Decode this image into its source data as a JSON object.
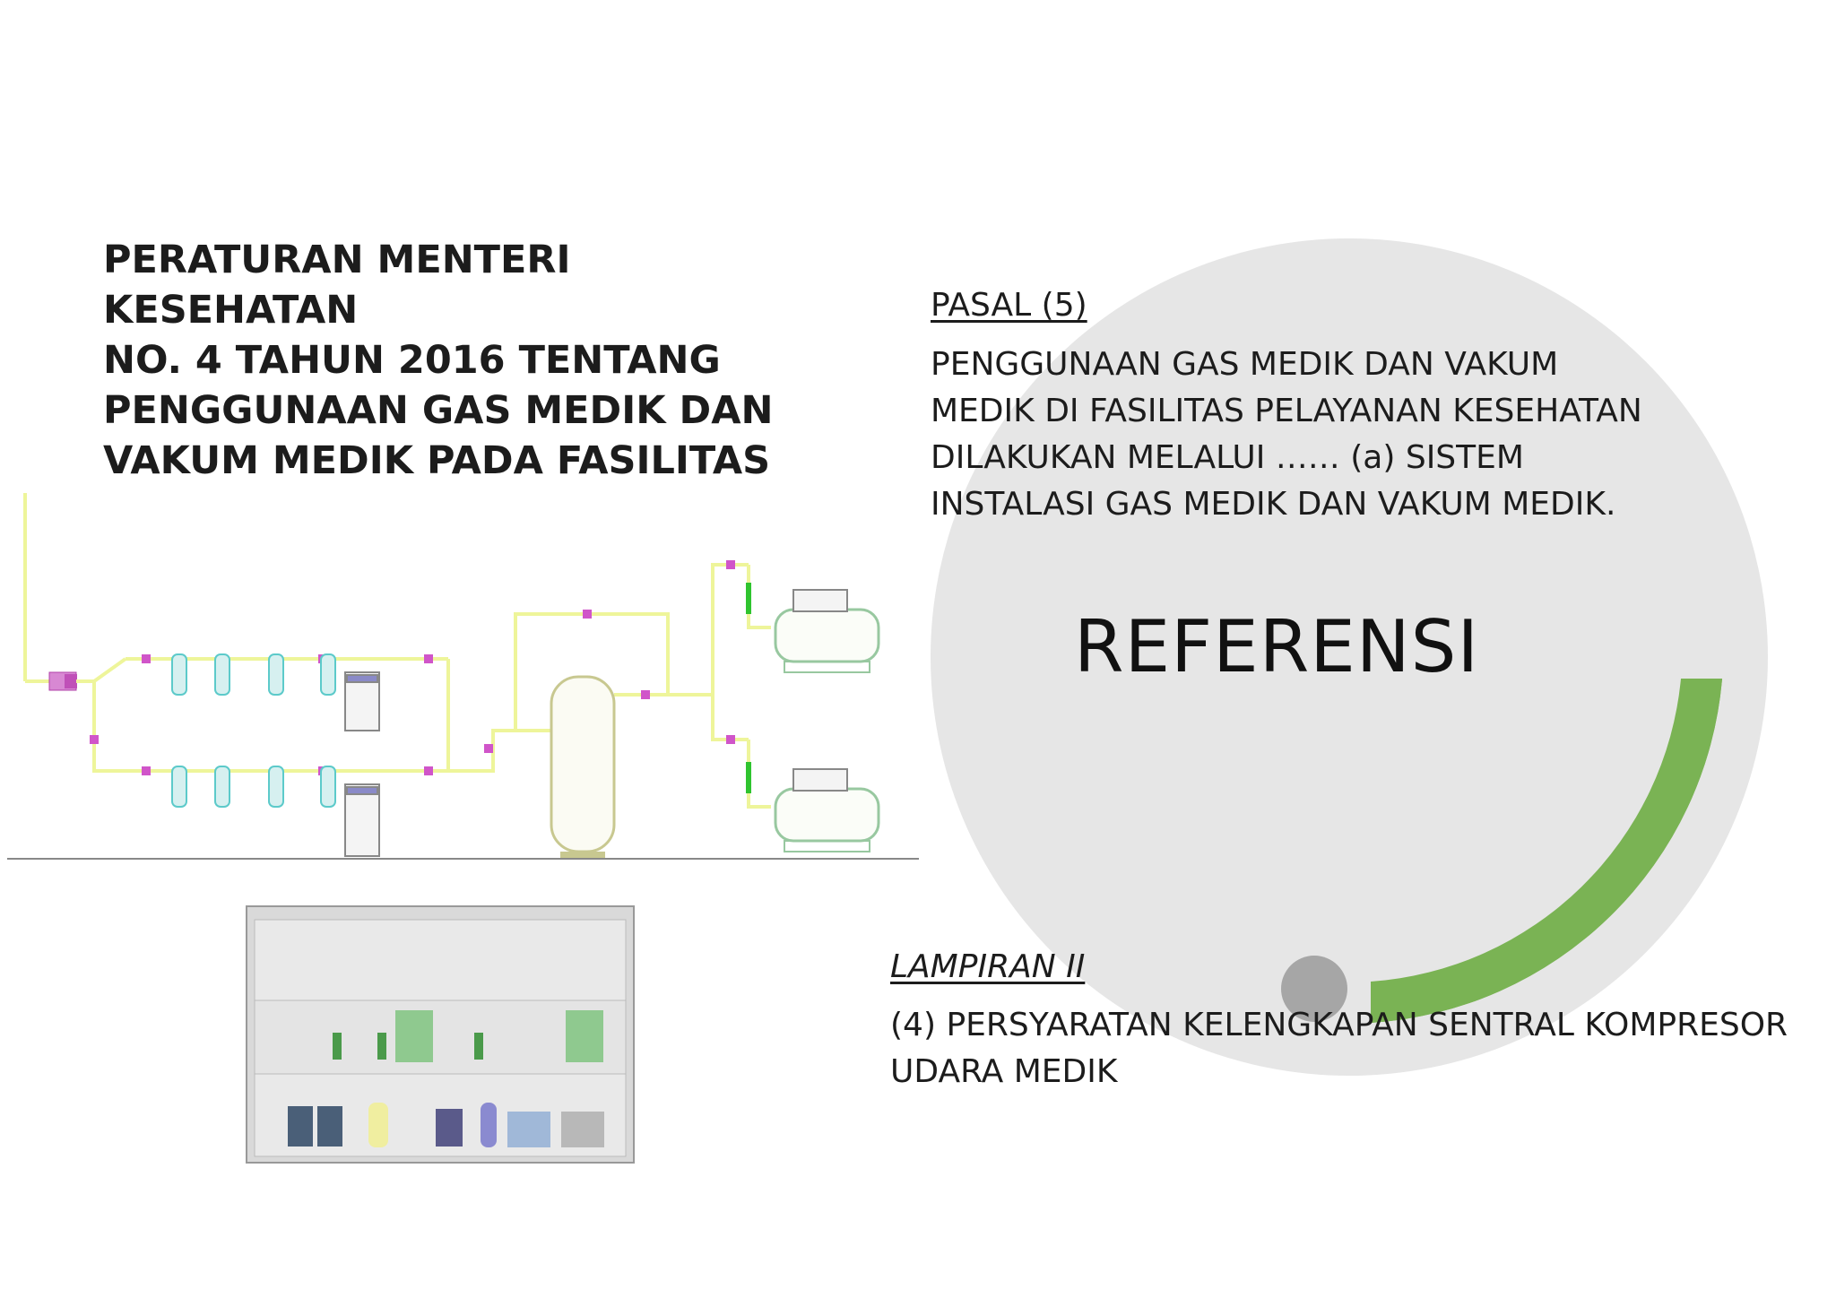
{
  "slide": {
    "title": "PERATURAN MENTERI KESEHATAN\nNO. 4 TAHUN 2016 TENTANG\nPENGGUNAAN GAS MEDIK DAN\nVAKUM MEDIK PADA FASILITAS",
    "section_title": "REFERENSI",
    "pasal": {
      "heading": "PASAL (5)",
      "body": "PENGGUNAAN GAS MEDIK DAN VAKUM\nMEDIK DI FASILITAS PELAYANAN KESEHATAN\nDILAKUKAN MELALUI …… (a) SISTEM\nINSTALASI GAS MEDIK DAN VAKUM MEDIK."
    },
    "lampiran": {
      "heading": "LAMPIRAN II",
      "body": "(4) PERSYARATAN KELENGKAPAN SENTRAL KOMPRESOR\nUDARA MEDIK"
    }
  },
  "colors": {
    "circle": "#e6e6e6",
    "green_arc": "#7ab354",
    "grey_dot": "#a6a6a6",
    "pipe": "#eef59a",
    "valve": "#d055c9",
    "filter": "#6ad3d3",
    "green_gauge": "#2fc42f"
  }
}
